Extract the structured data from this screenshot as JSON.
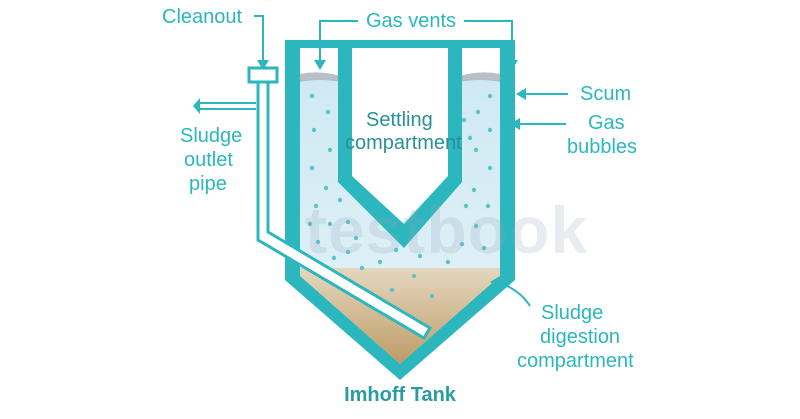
{
  "labels": {
    "cleanout": "Cleanout",
    "gas_vents": "Gas vents",
    "sludge_outlet_1": "Sludge",
    "sludge_outlet_2": "outlet",
    "sludge_outlet_3": "pipe",
    "settling_1": "Settling",
    "settling_2": "compartment",
    "scum": "Scum",
    "gas_bubbles_1": "Gas",
    "gas_bubbles_2": "bubbles",
    "digestion_1": "Sludge",
    "digestion_2": "digestion",
    "digestion_3": "compartment"
  },
  "caption": "Imhoff Tank",
  "watermark": "testbook",
  "colors": {
    "teal": "#2bb7bd",
    "water": "#d6eef6",
    "sludge": "#c6a87a",
    "scum": "#b9bfc7"
  }
}
